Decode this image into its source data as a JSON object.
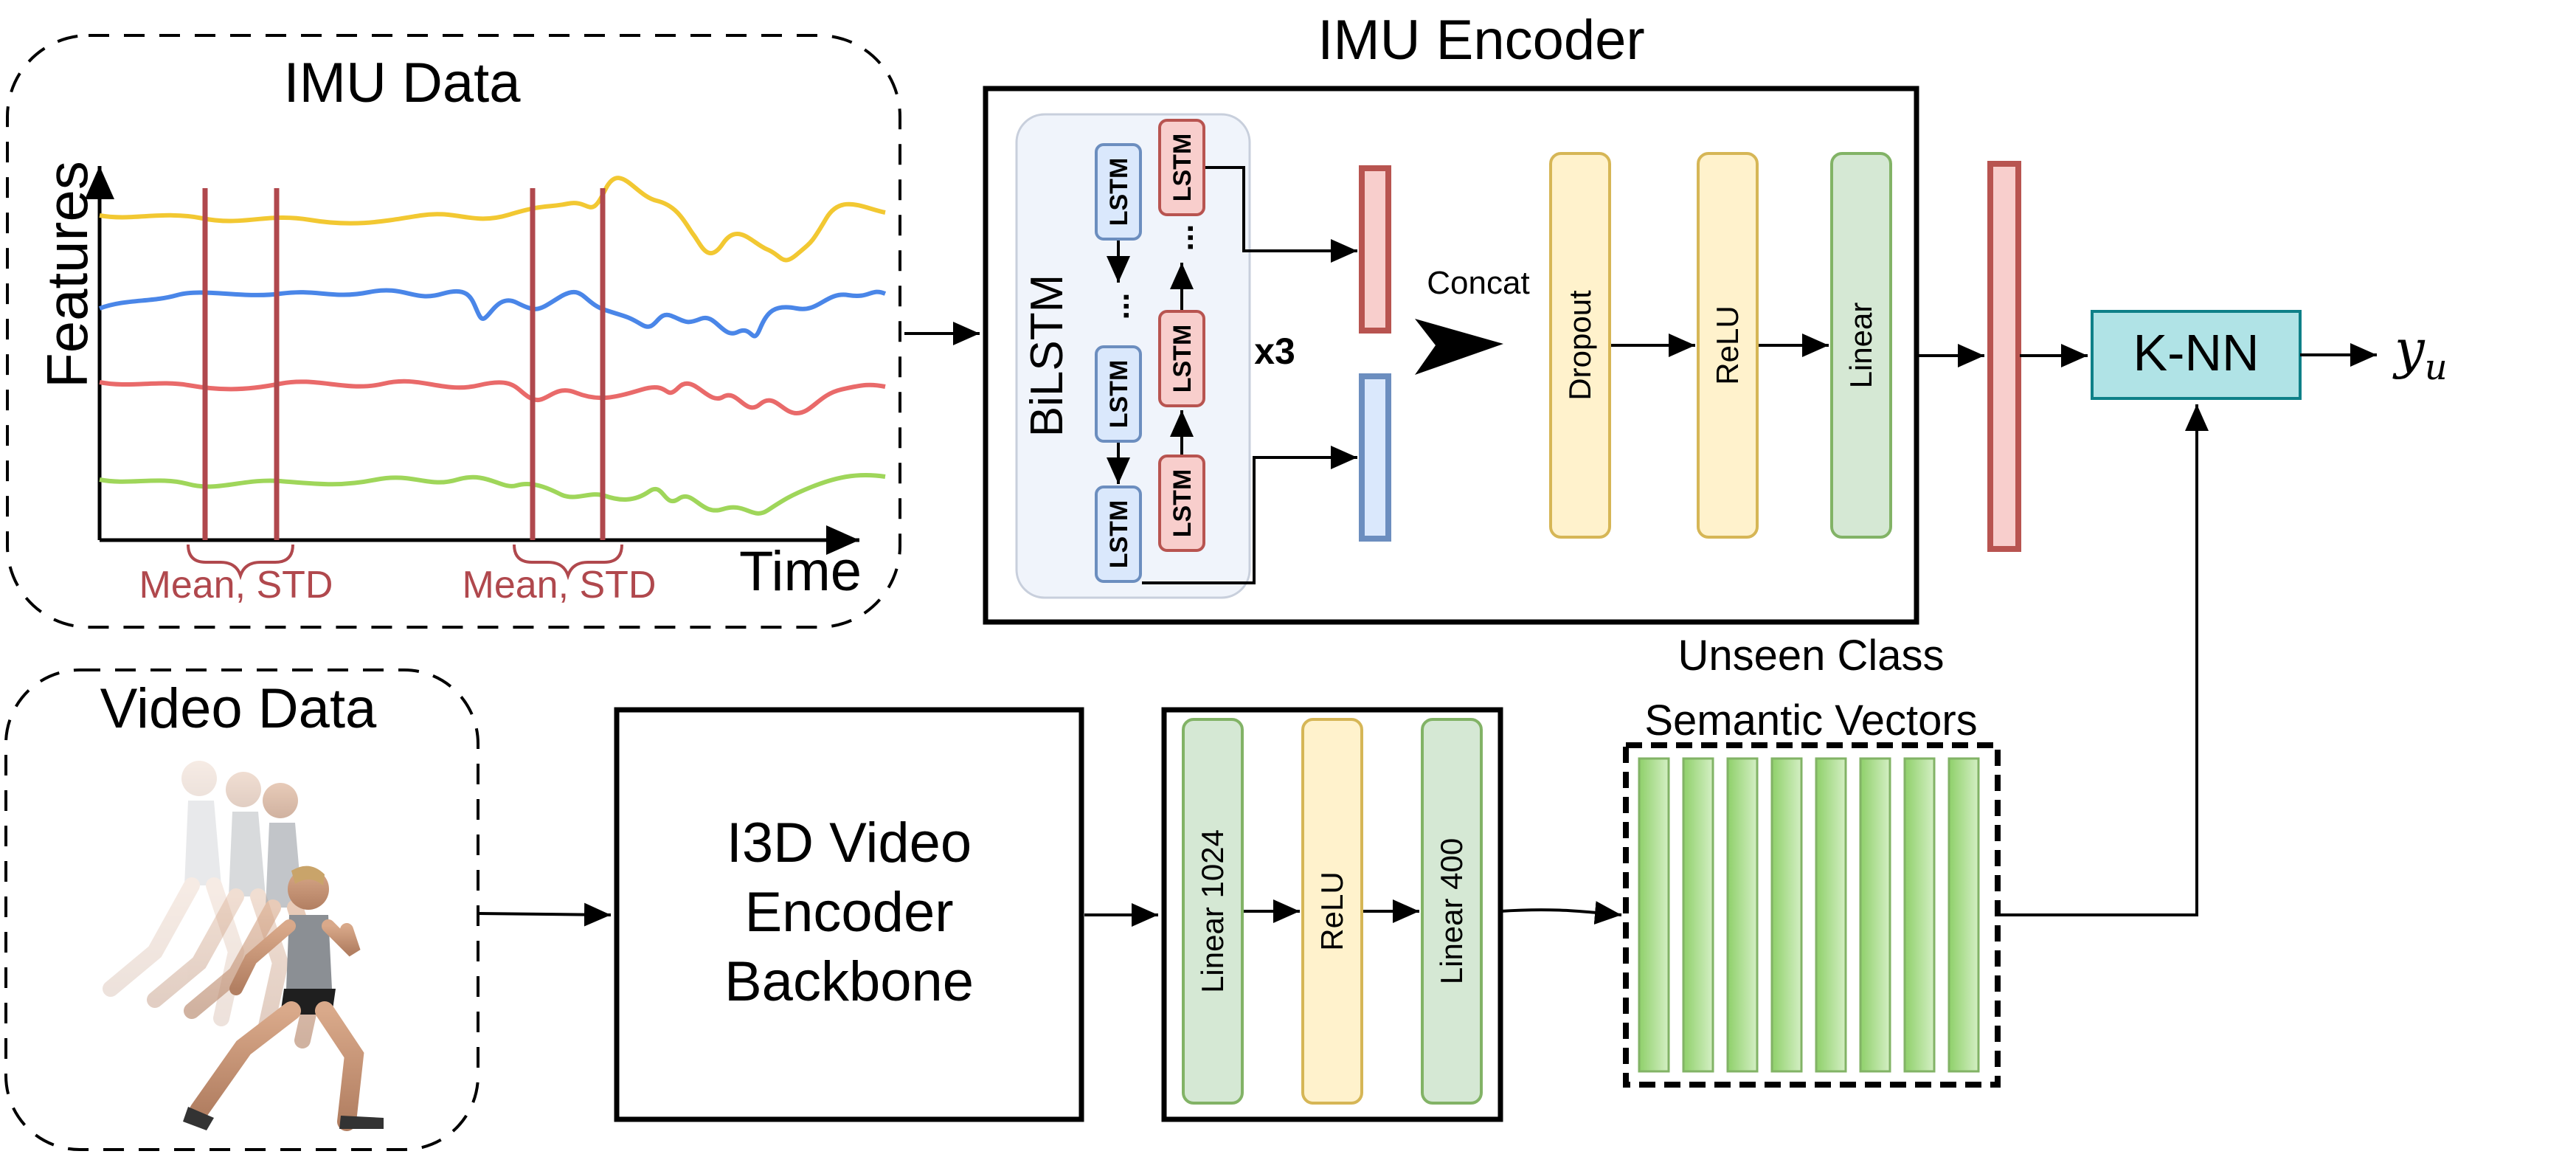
{
  "imu_data": {
    "title": "IMU Data",
    "y_axis_label": "Features",
    "x_axis_label": "Time",
    "window_labels": [
      "Mean, STD",
      "Mean, STD"
    ],
    "series_colors": [
      "#f2c832",
      "#4a86e8",
      "#e96a6a",
      "#9fd65a"
    ],
    "window_color": "#b0484d"
  },
  "imu_encoder": {
    "title": "IMU Encoder",
    "bilstm_label": "BiLSTM",
    "lstm_cell_label": "LSTM",
    "ellipsis": "...",
    "repeat_label": "x3",
    "concat_label": "Concat",
    "layers": [
      "Dropout",
      "ReLU",
      "Linear"
    ]
  },
  "knn_label": "K-NN",
  "output_label_main": "y",
  "output_label_sub": "u",
  "video_data": {
    "title": "Video Data"
  },
  "i3d_backbone": {
    "lines": [
      "I3D Video",
      "Encoder",
      "Backbone"
    ]
  },
  "video_head": {
    "layers": [
      "Linear 1024",
      "ReLU",
      "Linear 400"
    ]
  },
  "semantic_vectors": {
    "title_line1": "Unseen Class",
    "title_line2": "Semantic Vectors",
    "vector_count": 8
  },
  "colors": {
    "yellow_fill": "#fff2cc",
    "yellow_stroke": "#d6b656",
    "green_fill": "#d5e8d4",
    "green_stroke": "#82b366",
    "red_fill": "#f8cecc",
    "red_stroke": "#b85450",
    "blue_fill": "#dae8fc",
    "blue_stroke": "#6c8ebf",
    "knn_fill": "#b0e3e6",
    "knn_stroke": "#0e8088"
  }
}
